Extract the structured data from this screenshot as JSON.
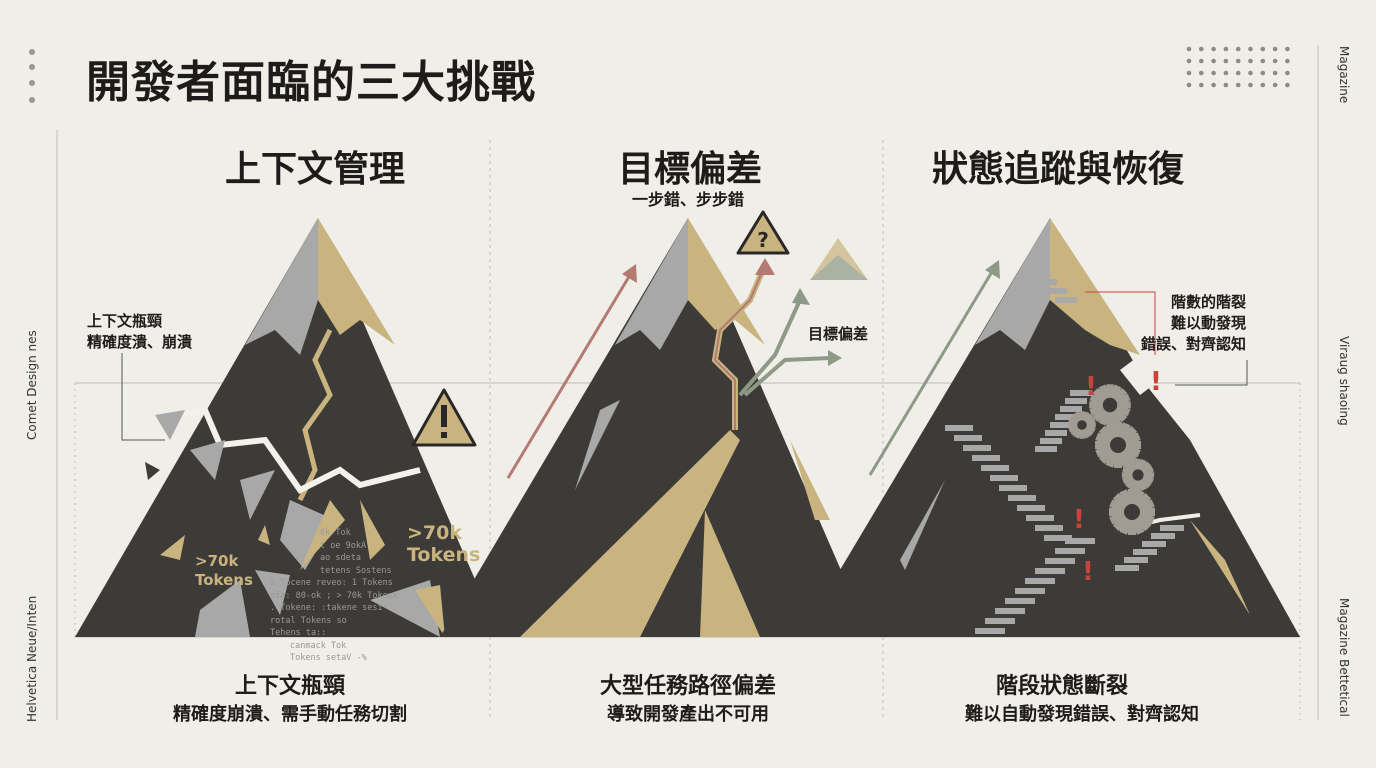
{
  "title": "開發者面臨的三大挑戰",
  "side_labels": {
    "left_top": "Comet Design nes",
    "left_bottom": "Helvetica Neue/Inten",
    "right_top": "Magazine",
    "right_middle": "Viraug shaoing",
    "right_bottom": "Magazine Bettetical"
  },
  "columns": [
    {
      "heading": "上下文管理",
      "note": [
        "上下文瓶頸",
        "精確度潰、崩潰"
      ],
      "tokens": [
        ">70k",
        "Tokens"
      ],
      "caption": "上下文瓶頸",
      "caption_sub": "精確度崩潰、需手動任務切割"
    },
    {
      "heading": "目標偏差",
      "subheading": "一步錯、步步錯",
      "note": [
        "目標偏差"
      ],
      "caption": "大型任務路徑偏差",
      "caption_sub": "導致開發產出不可用"
    },
    {
      "heading": "狀態追蹤與恢復",
      "note": [
        "階數的階裂",
        "難以動發現",
        "錯誤、對齊認知"
      ],
      "caption": "階段狀態斷裂",
      "caption_sub": "難以自動發現錯誤、對齊認知"
    }
  ],
  "token_log": [
    "0k Tok",
    "t oe 9okA",
    "ao  sdeta",
    "tetens   Sostens",
    "s Tocene reveo: 1 Tokens",
    "ofa: 80-ok ; > 70k Tokens",
    ". Tokene: :takene sesi",
    "rotal Tokens  so",
    "Tehens ta::",
    " canmack Tok",
    "Tokens setaV  -%"
  ],
  "icons": {
    "warning": "warning-icon",
    "question": "question-warning-icon",
    "gear": "gear-icon",
    "alert": "exclamation-icon"
  },
  "colors": {
    "background": "#efeee8",
    "rock": "#3d3b38",
    "snow": "#a9a8a8",
    "gold": "#c9b47f",
    "red": "#b47b72",
    "green": "#8e9a86"
  }
}
